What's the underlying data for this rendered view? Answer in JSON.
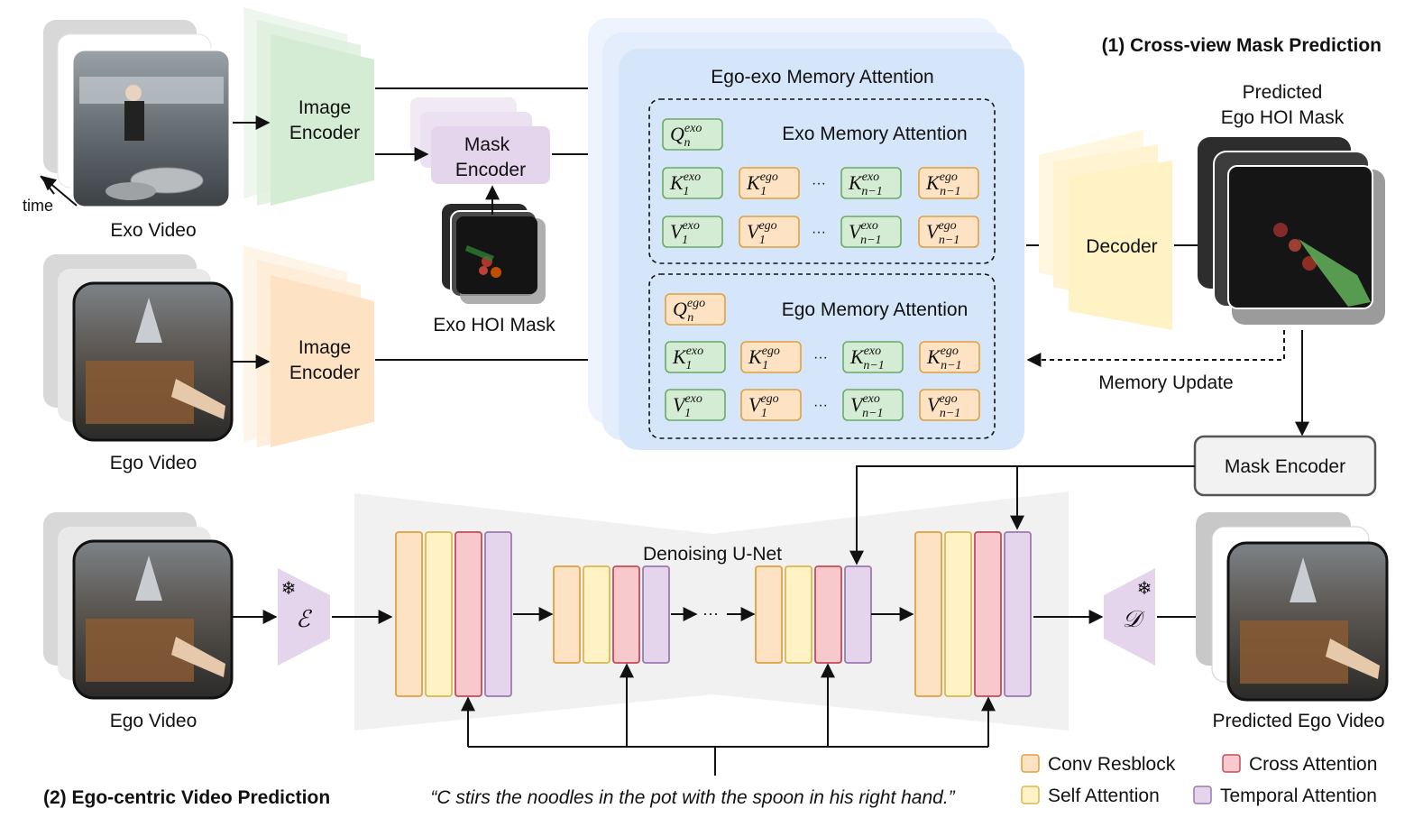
{
  "section1": {
    "title": "(1) Cross-view Mask Prediction"
  },
  "section2": {
    "title": "(2) Ego-centric Video Prediction"
  },
  "inputs": {
    "exo_video": "Exo Video",
    "ego_video": "Ego Video",
    "ego_video_2": "Ego Video",
    "time": "time",
    "exo_hoi_mask": "Exo HOI Mask"
  },
  "encoders": {
    "image_encoder_exo": [
      "Image",
      "Encoder"
    ],
    "image_encoder_ego": [
      "Image",
      "Encoder"
    ],
    "mask_encoder_top": [
      "Mask",
      "Encoder"
    ],
    "mask_encoder_right": "Mask Encoder",
    "decoder": "Decoder"
  },
  "memory": {
    "outer_title": "Ego-exo Memory Attention",
    "exo_title": "Exo Memory Attention",
    "ego_title": "Ego Memory Attention",
    "ellipsis": "···"
  },
  "outputs": {
    "predicted_mask": [
      "Predicted",
      "Ego HOI Mask"
    ],
    "memory_update": "Memory Update",
    "predicted_video": "Predicted Ego Video"
  },
  "unet": {
    "title": "Denoising U-Net",
    "encoder_symbol": "ℰ",
    "decoder_symbol": "𝒟",
    "ellipsis": "···",
    "snowflake": "❄"
  },
  "caption": "“C stirs the noodles in the pot with the spoon in his right hand.”",
  "legend": [
    {
      "label": "Conv Resblock",
      "color": "#fde3c4"
    },
    {
      "label": "Cross Attention",
      "color": "#f8c9cf"
    },
    {
      "label": "Self Attention",
      "color": "#fff2c4"
    },
    {
      "label": "Temporal Attention",
      "color": "#e4d5ec"
    }
  ],
  "colors": {
    "green_fill": "#d4ecd3",
    "green_stroke": "#6aaa66",
    "orange_fill": "#fde3c4",
    "orange_stroke": "#e0a040",
    "purple_fill": "#e4d5ec",
    "purple_stroke": "#9a7ab0",
    "red_fill": "#f7c9cd",
    "red_stroke": "#c84a55",
    "yellow_fill": "#fff2c4",
    "yellow_stroke": "#d8b850",
    "memory_bg": "#d6e6fa"
  }
}
